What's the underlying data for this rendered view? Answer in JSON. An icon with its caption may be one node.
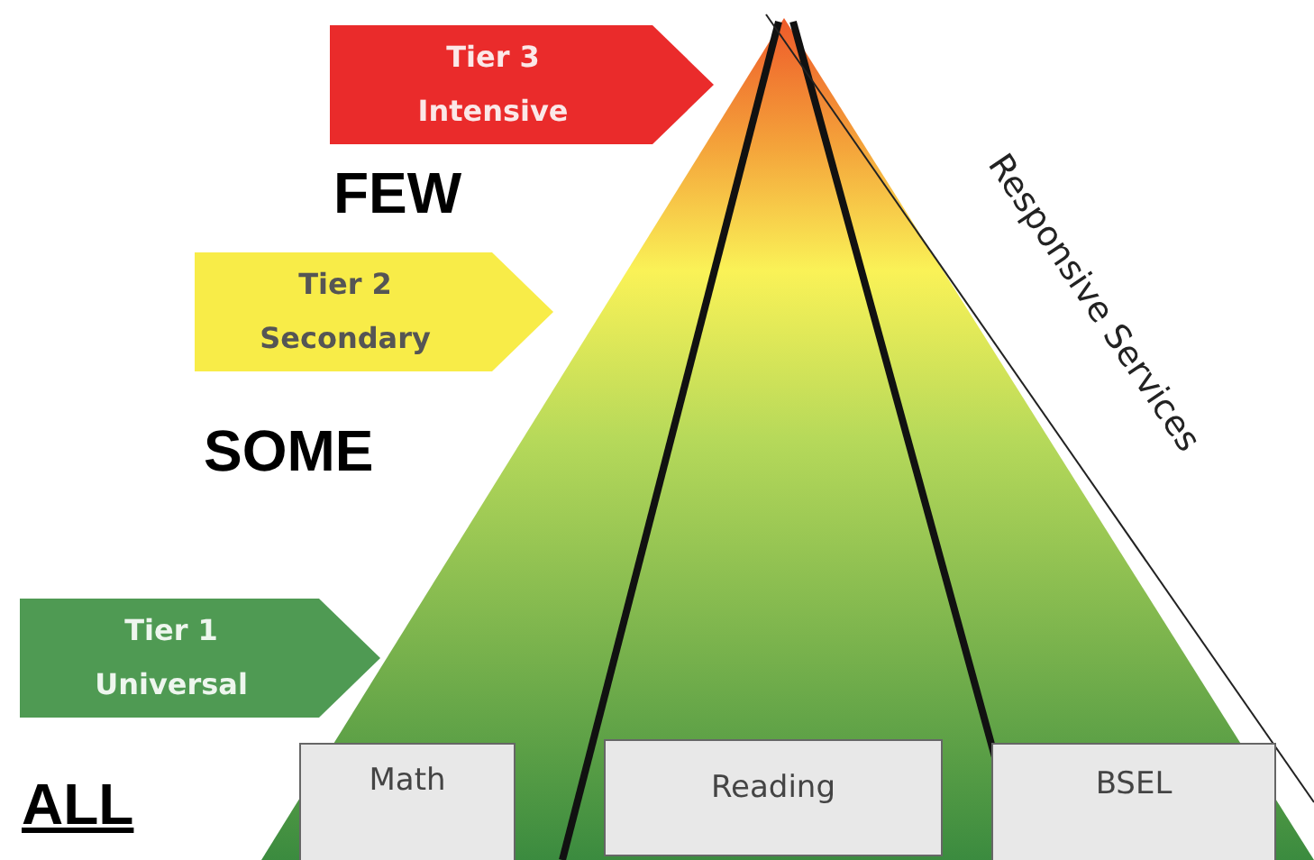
{
  "diagram": {
    "nodes": [
      {
        "text": [
          "Tier 3 Intensive"
        ]
      },
      {
        "text": [
          "Tier 2 Secondary"
        ]
      },
      {
        "text": [
          "Tier 1 Universal"
        ]
      },
      {
        "text": [
          "Math"
        ]
      },
      {
        "text": [
          "Reading"
        ]
      },
      {
        "text": [
          "BSEL"
        ]
      }
    ],
    "labels": [
      "FEW",
      "SOME",
      "ALL",
      "Responsive Services"
    ]
  }
}
